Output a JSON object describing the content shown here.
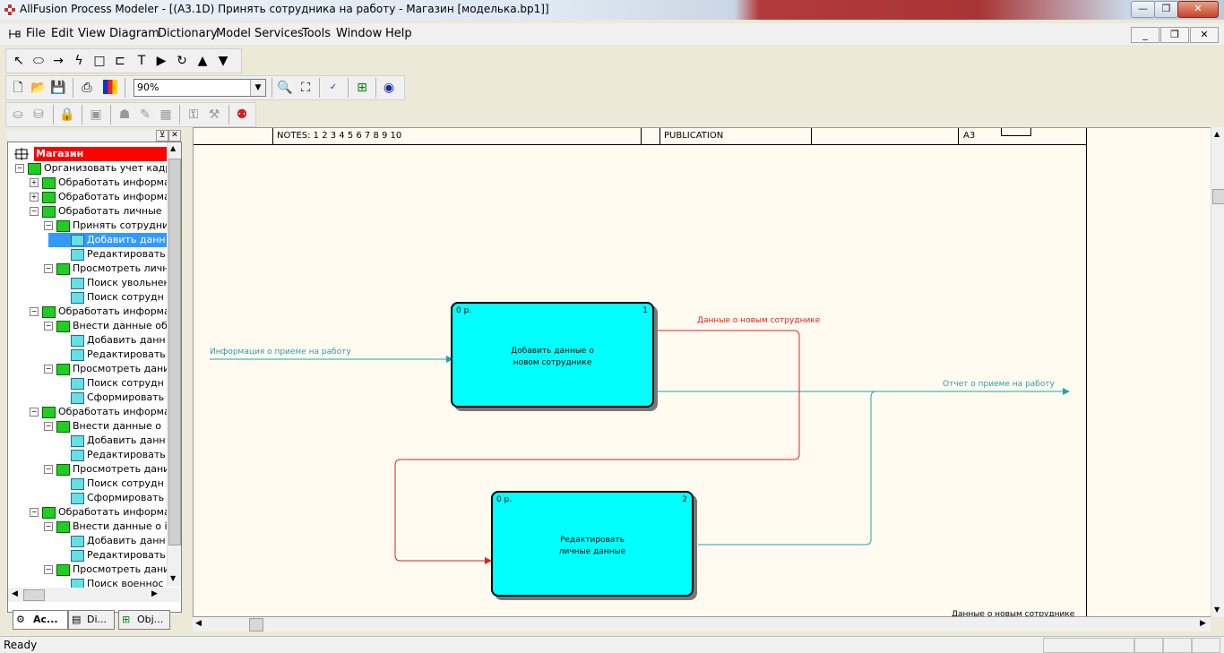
{
  "window": {
    "title": "AllFusion Process Modeler - [(A3.1D) Принять сотрудника  на работу - Магазин  [моделька.bp1]]"
  },
  "menubar": [
    "File",
    "Edit",
    "View",
    "Diagram",
    "Dictionary",
    "Model",
    "Services",
    "Tools",
    "Window",
    "Help"
  ],
  "toolbar": {
    "zoom_value": "90%"
  },
  "explorer": {
    "root": "Магазин",
    "items": [
      "Организовать учет кадр",
      "Обработать информа",
      "Обработать информа",
      "Обработать  личные",
      "Принять сотрудни",
      "Добавить данн",
      "Редактировать",
      "Просмотреть  личн",
      "Поиск увольнен",
      "Поиск сотрудн",
      "Обработать информа",
      "Внести данные  об",
      "Добавить данн",
      "Редактировать",
      "Просмотреть дани",
      "Поиск сотрудн",
      "Сформировать",
      "Обработать информа",
      "Внести данные  о",
      "Добавить данн",
      "Редактировать",
      "Просмотреть дани",
      "Поиск сотрудн",
      "Сформировать",
      "Обработать информа",
      "Внести данные о і",
      "Добавить данн",
      "Редактировать",
      "Просмотреть дани",
      "Поиск военнос"
    ],
    "tabs": [
      "Ac...",
      "Di...",
      "Obj..."
    ]
  },
  "header": {
    "notes": "NOTES:  1  2  3  4  5  6  7  8  9  10",
    "publication": "PUBLICATION",
    "node": "A3"
  },
  "diagram": {
    "box1": {
      "cost": "0 р.",
      "num": "1",
      "label1": "Добавить данные о",
      "label2": "новом сотруднике"
    },
    "box2": {
      "cost": "0 р.",
      "num": "2",
      "label1": "Редактировать",
      "label2": "личные данные"
    },
    "arrow_input": "Информация о приеме на  работу",
    "arrow_red": "Данные о новым сотруднике",
    "arrow_output": "Отчет о приеме на работу",
    "arrow_bottom": "Данные о новым сотруднике",
    "colors": {
      "teal": "#2aa1a6",
      "red": "#e02020",
      "box": "#00ffff"
    }
  },
  "status": {
    "text": "Ready"
  }
}
